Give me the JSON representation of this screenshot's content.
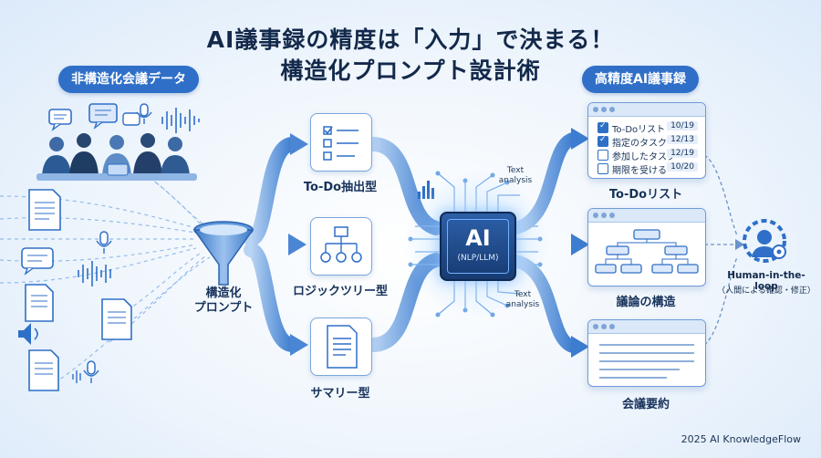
{
  "title": {
    "line1": "AI議事録の精度は「入力」で決まる！",
    "line2": "構造化プロンプト設計術"
  },
  "left_panel": {
    "label": "非構造化会議データ"
  },
  "right_panel": {
    "label": "高精度AI議事録"
  },
  "funnel": {
    "label_line1": "構造化",
    "label_line2": "プロンプト"
  },
  "prompt_types": [
    {
      "label": "To-Do抽出型",
      "icon": "checklist-icon"
    },
    {
      "label": "ロジックツリー型",
      "icon": "tree-icon"
    },
    {
      "label": "サマリー型",
      "icon": "document-icon"
    }
  ],
  "chip": {
    "title": "AI",
    "subtitle": "(NLP/LLM)"
  },
  "annotations": {
    "top": "Text\nanalysis",
    "bottom": "Text\nanalysis"
  },
  "outputs": {
    "todo": {
      "label": "To-Doリスト",
      "items": [
        {
          "text": "To-Doリスト",
          "date": "10/19",
          "checked": true
        },
        {
          "text": "指定のタスク",
          "date": "12/13",
          "checked": true
        },
        {
          "text": "参加したタスク",
          "date": "12/19",
          "checked": false
        },
        {
          "text": "期限を受ける",
          "date": "10/20",
          "checked": false
        }
      ]
    },
    "structure": {
      "label": "議論の構造"
    },
    "summary": {
      "label": "会議要約"
    }
  },
  "human": {
    "label": "Human-in-the-loop",
    "sublabel": "（人間による確認・修正）"
  },
  "footer": "2025 AI KnowledgeFlow",
  "colors": {
    "accent": "#2f6fc8",
    "dark": "#13294b",
    "arrow": "#4a86d4"
  }
}
